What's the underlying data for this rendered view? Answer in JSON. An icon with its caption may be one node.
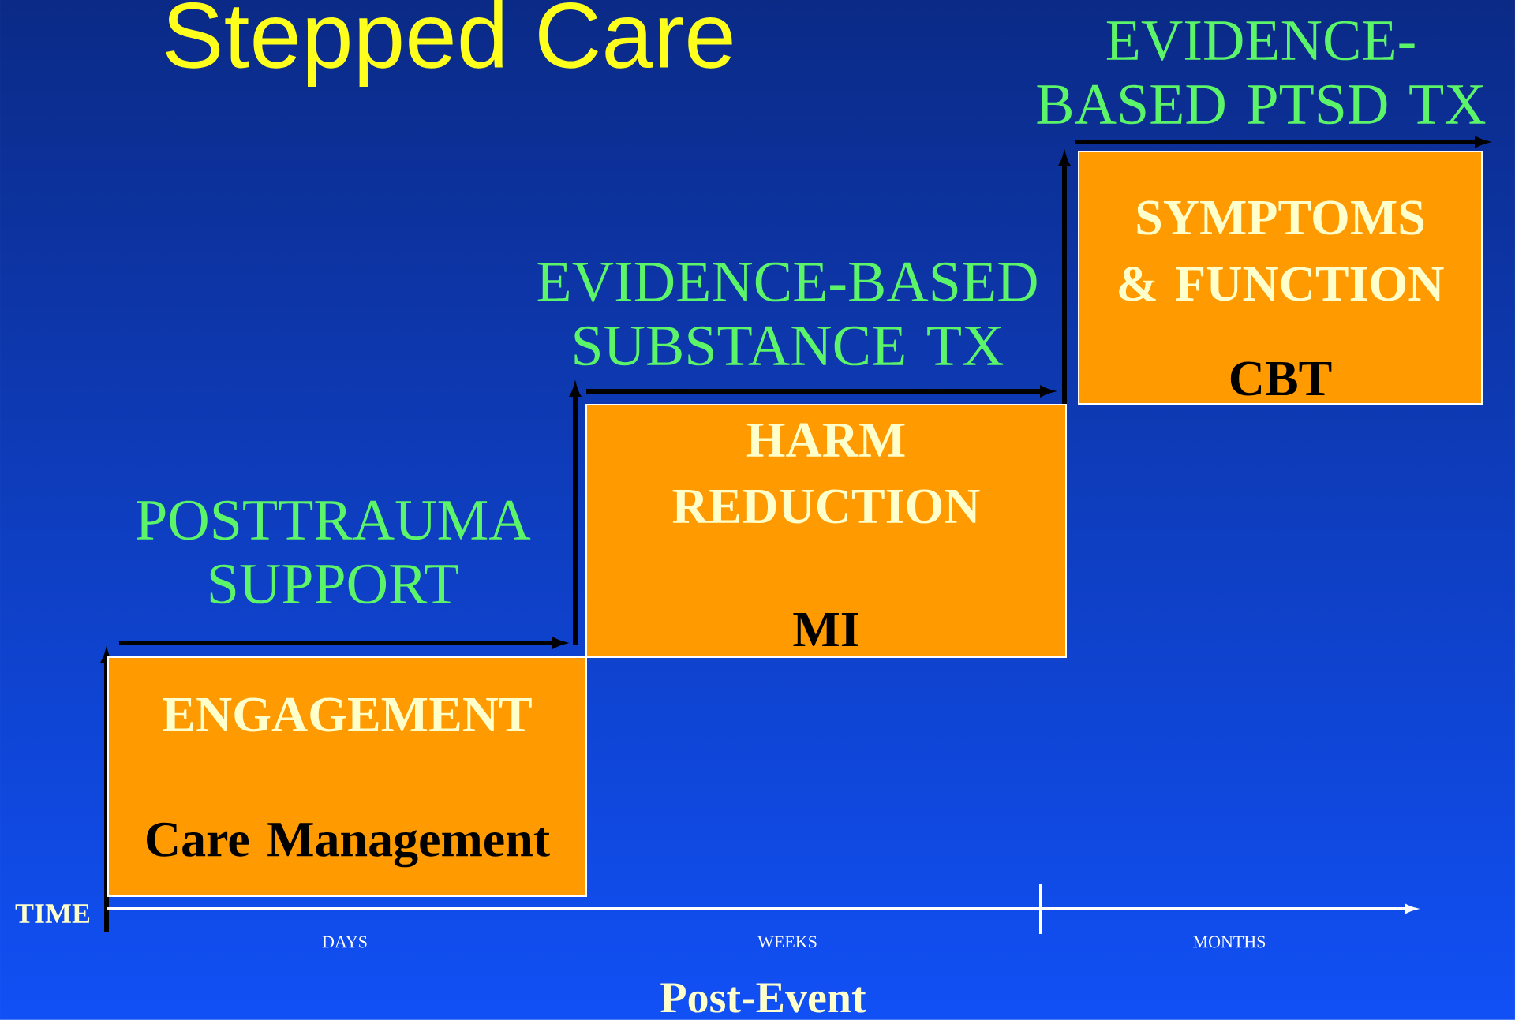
{
  "diagram": {
    "title": "Stepped Care",
    "nodes": [
      {
        "text": [
          "ENGAGEMENT",
          "Care Management"
        ]
      },
      {
        "text": [
          "HARM REDUCTION",
          "MI"
        ]
      },
      {
        "text": [
          "SYMPTOMS & FUNCTION",
          "CBT"
        ]
      }
    ],
    "labels": [
      "EVIDENCE- BASED PTSD TX",
      "EVIDENCE-BASED SUBSTANCE TX",
      "POSTTRAUMA SUPPORT",
      "TIME",
      "DAYS",
      "WEEKS",
      "MONTHS",
      "Post-Event"
    ]
  }
}
